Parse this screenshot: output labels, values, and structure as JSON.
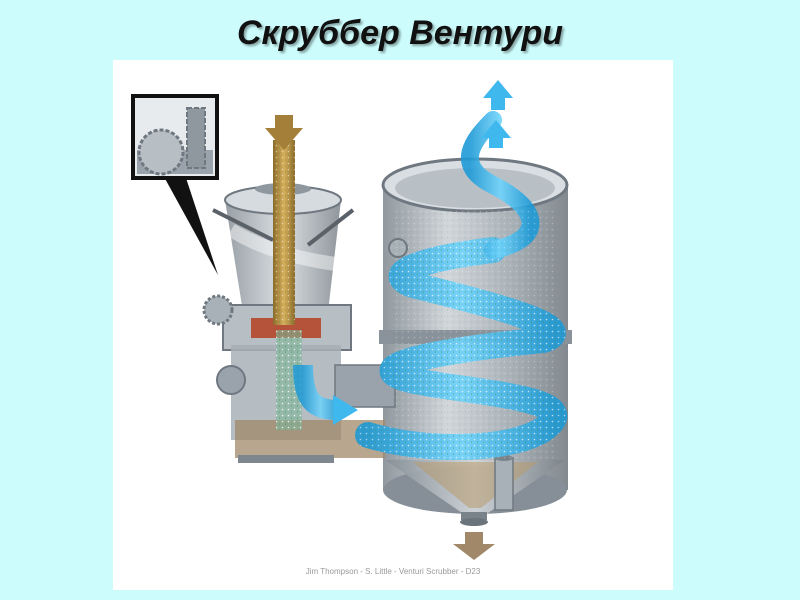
{
  "slide": {
    "title": "Скруббер Вентури",
    "background_color": "#ccfcfc"
  },
  "figure": {
    "description_icon": "venturi-scrubber-illustration",
    "credit": "Jim Thompson - S. Little - Venturi Scrubber - D23",
    "colors": {
      "gas_flow": "#3fb8ee",
      "inlet_particles": "#b08a3a",
      "throat": "#b5523a",
      "vessel": "#9aa3ab",
      "sludge": "#a08868"
    }
  }
}
